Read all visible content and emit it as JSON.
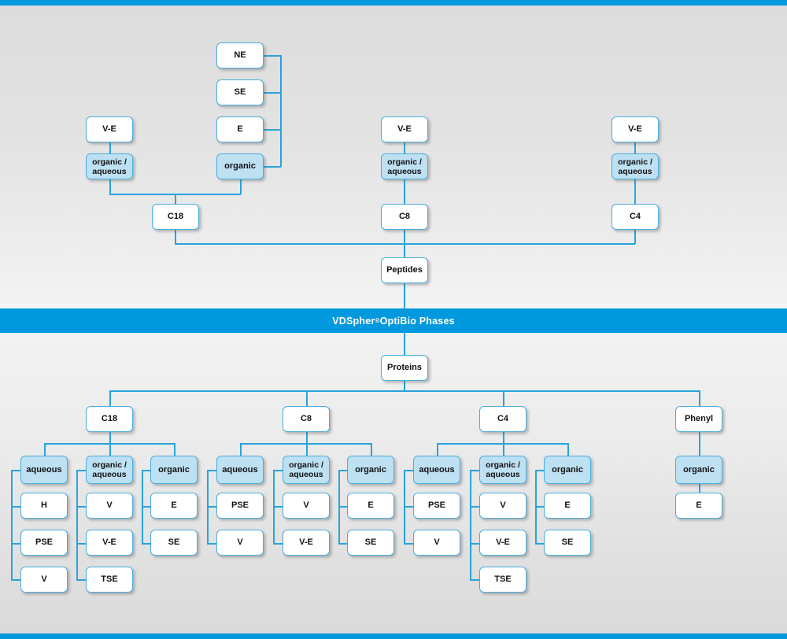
{
  "meta": {
    "title": "VDSpher OptiBio Phases selection chart",
    "accent_blue": "#0099dd",
    "line_blue": "#29a3dd",
    "box_border": "#4aaede",
    "box_fill_white": "#ffffff",
    "box_fill_tint": "#bee0f3",
    "banner_text_color": "#ffffff"
  },
  "banner": {
    "brand": "VDSpher",
    "registered": "®",
    "suffix": " OptiBio Phases"
  },
  "peptides": {
    "root_label": "Peptides",
    "columns": [
      {
        "id": "c18",
        "label": "C18",
        "modes": [
          {
            "id": "c18-organic-aqueous",
            "label_lines": [
              "organic /",
              "aqueous"
            ],
            "tint": true,
            "children": [
              {
                "label": "V-E"
              }
            ]
          },
          {
            "id": "c18-organic",
            "label_lines": [
              "organic"
            ],
            "tint": true,
            "children": [
              {
                "label": "NE"
              },
              {
                "label": "SE"
              },
              {
                "label": "E"
              }
            ]
          }
        ]
      },
      {
        "id": "c8",
        "label": "C8",
        "modes": [
          {
            "id": "c8-organic-aqueous",
            "label_lines": [
              "organic /",
              "aqueous"
            ],
            "tint": true,
            "children": [
              {
                "label": "V-E"
              }
            ]
          }
        ]
      },
      {
        "id": "c4",
        "label": "C4",
        "modes": [
          {
            "id": "c4-organic-aqueous",
            "label_lines": [
              "organic /",
              "aqueous"
            ],
            "tint": true,
            "children": [
              {
                "label": "V-E"
              }
            ]
          }
        ]
      }
    ]
  },
  "proteins": {
    "root_label": "Proteins",
    "columns": [
      {
        "id": "p-c18",
        "label": "C18",
        "modes": [
          {
            "id": "p-c18-aqueous",
            "label_lines": [
              "aqueous"
            ],
            "tint": true,
            "children": [
              {
                "label": "H"
              },
              {
                "label": "PSE"
              },
              {
                "label": "V"
              }
            ]
          },
          {
            "id": "p-c18-organic-aqueous",
            "label_lines": [
              "organic /",
              "aqueous"
            ],
            "tint": true,
            "children": [
              {
                "label": "V"
              },
              {
                "label": "V-E"
              },
              {
                "label": "TSE"
              }
            ]
          },
          {
            "id": "p-c18-organic",
            "label_lines": [
              "organic"
            ],
            "tint": true,
            "children": [
              {
                "label": "E"
              },
              {
                "label": "SE"
              }
            ]
          }
        ]
      },
      {
        "id": "p-c8",
        "label": "C8",
        "modes": [
          {
            "id": "p-c8-aqueous",
            "label_lines": [
              "aqueous"
            ],
            "tint": true,
            "children": [
              {
                "label": "PSE"
              },
              {
                "label": "V"
              }
            ]
          },
          {
            "id": "p-c8-organic-aqueous",
            "label_lines": [
              "organic /",
              "aqueous"
            ],
            "tint": true,
            "children": [
              {
                "label": "V"
              },
              {
                "label": "V-E"
              }
            ]
          },
          {
            "id": "p-c8-organic",
            "label_lines": [
              "organic"
            ],
            "tint": true,
            "children": [
              {
                "label": "E"
              },
              {
                "label": "SE"
              }
            ]
          }
        ]
      },
      {
        "id": "p-c4",
        "label": "C4",
        "modes": [
          {
            "id": "p-c4-aqueous",
            "label_lines": [
              "aqueous"
            ],
            "tint": true,
            "children": [
              {
                "label": "PSE"
              },
              {
                "label": "V"
              }
            ]
          },
          {
            "id": "p-c4-organic-aqueous",
            "label_lines": [
              "organic /",
              "aqueous"
            ],
            "tint": true,
            "children": [
              {
                "label": "V"
              },
              {
                "label": "V-E"
              },
              {
                "label": "TSE"
              }
            ]
          },
          {
            "id": "p-c4-organic",
            "label_lines": [
              "organic"
            ],
            "tint": true,
            "children": [
              {
                "label": "E"
              },
              {
                "label": "SE"
              }
            ]
          }
        ]
      },
      {
        "id": "p-phenyl",
        "label": "Phenyl",
        "modes": [
          {
            "id": "p-phenyl-organic",
            "label_lines": [
              "organic"
            ],
            "tint": true,
            "children": [
              {
                "label": "E"
              }
            ]
          }
        ]
      }
    ]
  },
  "nodes": {
    "top_ve_c18": "V-E",
    "top_oa_c18_l1": "organic /",
    "top_oa_c18_l2": "aqueous",
    "top_ne": "NE",
    "top_se": "SE",
    "top_e": "E",
    "top_organic": "organic",
    "top_c18": "C18",
    "top_ve_c8": "V-E",
    "top_oa_c8_l1": "organic /",
    "top_oa_c8_l2": "aqueous",
    "top_c8": "C8",
    "top_ve_c4": "V-E",
    "top_oa_c4_l1": "organic /",
    "top_oa_c4_l2": "aqueous",
    "top_c4": "C4",
    "peptides": "Peptides",
    "proteins": "Proteins",
    "b_c18": "C18",
    "b_c18_aq": "aqueous",
    "b_c18_aq_1": "H",
    "b_c18_aq_2": "PSE",
    "b_c18_aq_3": "V",
    "b_c18_oa_l1": "organic /",
    "b_c18_oa_l2": "aqueous",
    "b_c18_oa_1": "V",
    "b_c18_oa_2": "V-E",
    "b_c18_oa_3": "TSE",
    "b_c18_or": "organic",
    "b_c18_or_1": "E",
    "b_c18_or_2": "SE",
    "b_c8": "C8",
    "b_c8_aq": "aqueous",
    "b_c8_aq_1": "PSE",
    "b_c8_aq_2": "V",
    "b_c8_oa_l1": "organic /",
    "b_c8_oa_l2": "aqueous",
    "b_c8_oa_1": "V",
    "b_c8_oa_2": "V-E",
    "b_c8_or": "organic",
    "b_c8_or_1": "E",
    "b_c8_or_2": "SE",
    "b_c4": "C4",
    "b_c4_aq": "aqueous",
    "b_c4_aq_1": "PSE",
    "b_c4_aq_2": "V",
    "b_c4_oa_l1": "organic /",
    "b_c4_oa_l2": "aqueous",
    "b_c4_oa_1": "V",
    "b_c4_oa_2": "V-E",
    "b_c4_oa_3": "TSE",
    "b_c4_or": "organic",
    "b_c4_or_1": "E",
    "b_c4_or_2": "SE",
    "b_phenyl": "Phenyl",
    "b_phenyl_or": "organic",
    "b_phenyl_or_1": "E"
  }
}
